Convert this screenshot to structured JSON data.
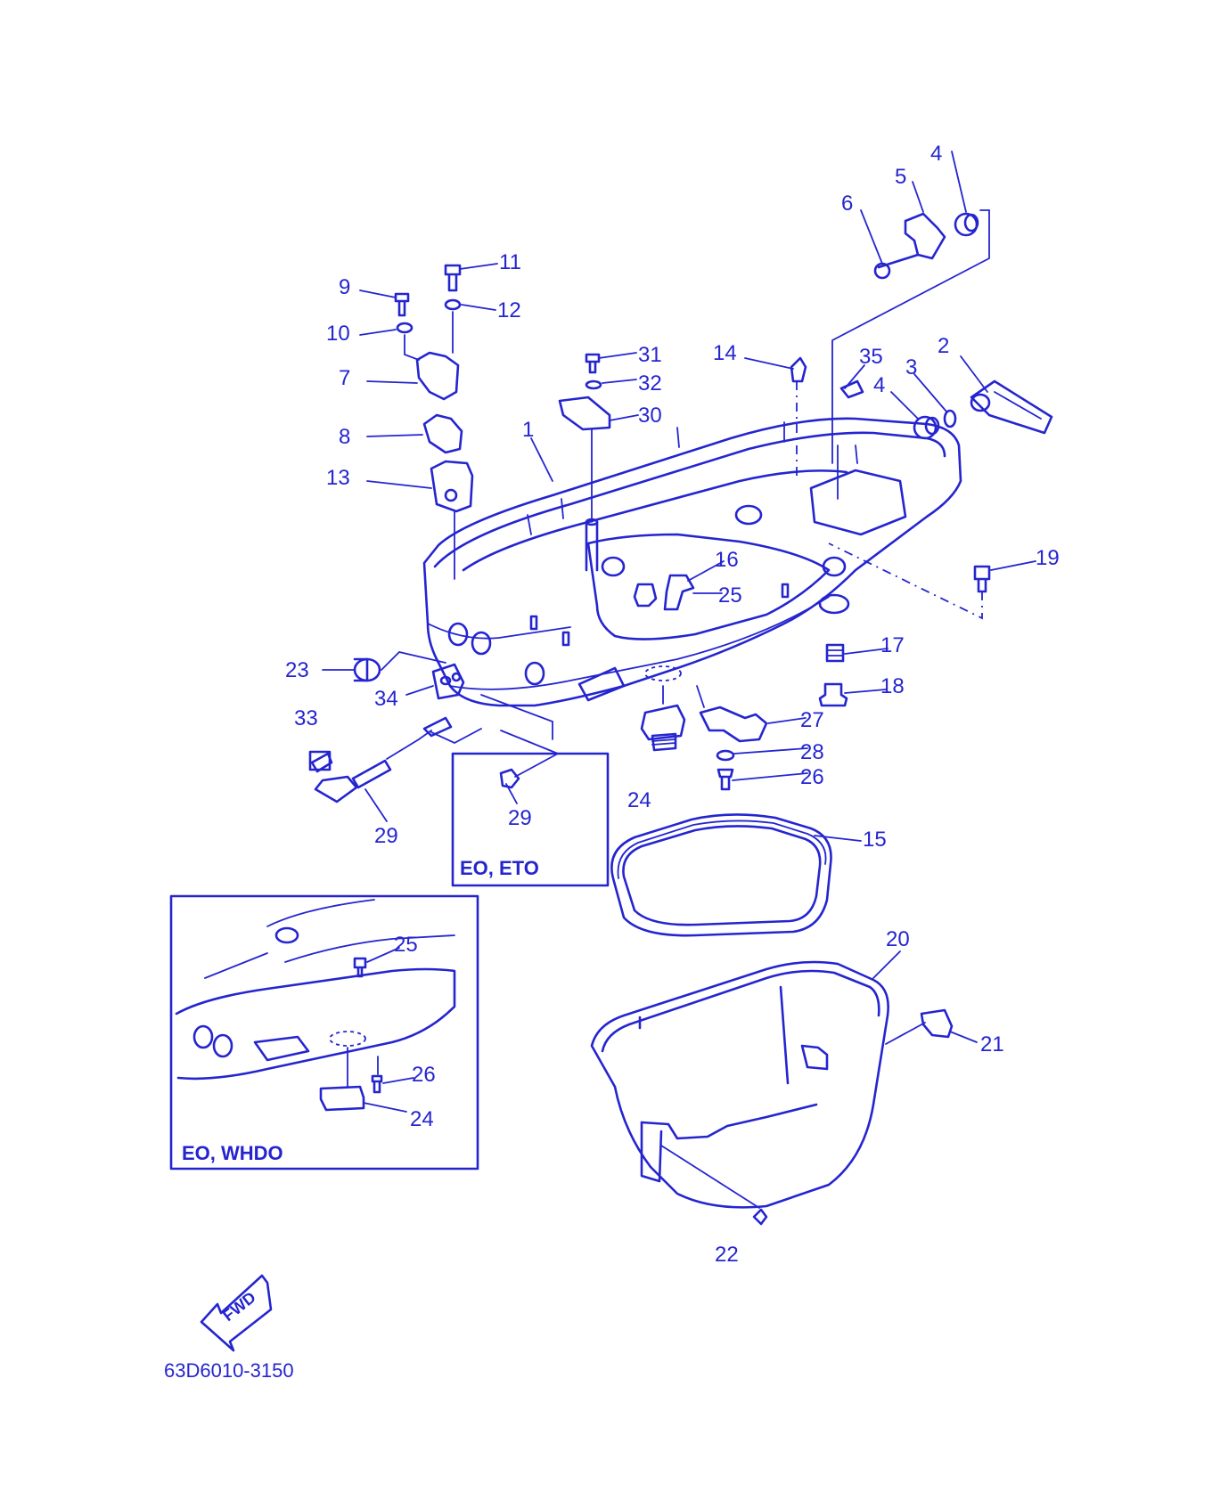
{
  "diagram": {
    "part_code": "63D6010-3150",
    "fwd_label": "FWD",
    "inset_1_label": "EO, ETO",
    "inset_2_label": "EO, WHDO",
    "callouts": {
      "c1": "1",
      "c2": "2",
      "c3": "3",
      "c4a": "4",
      "c4b": "4",
      "c5": "5",
      "c6": "6",
      "c7": "7",
      "c8": "8",
      "c9": "9",
      "c10": "10",
      "c11": "11",
      "c12": "12",
      "c13": "13",
      "c14": "14",
      "c15": "15",
      "c16": "16",
      "c17": "17",
      "c18": "18",
      "c19": "19",
      "c20": "20",
      "c21": "21",
      "c22": "22",
      "c23": "23",
      "c24a": "24",
      "c24b": "24",
      "c25a": "25",
      "c25b": "25",
      "c26a": "26",
      "c26b": "26",
      "c27": "27",
      "c28": "28",
      "c29a": "29",
      "c29b": "29",
      "c30": "30",
      "c31": "31",
      "c32": "32",
      "c33": "33",
      "c34": "34",
      "c35": "35"
    },
    "colors": {
      "ink": "#2525d0",
      "background": "#ffffff"
    }
  }
}
